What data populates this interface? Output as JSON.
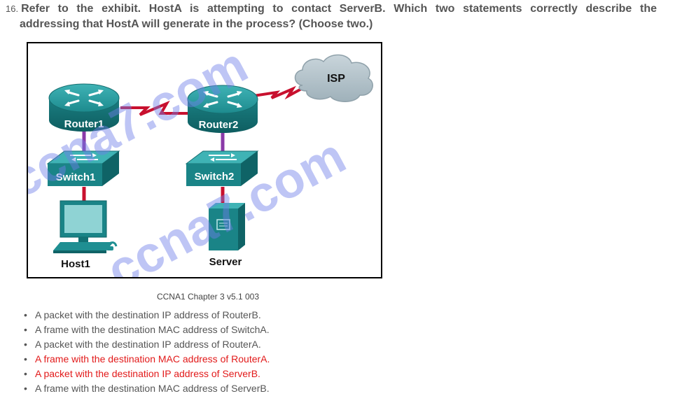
{
  "question": {
    "number": "16.",
    "line1": "Refer to the exhibit. HostA is attempting to contact ServerB. Which two statements correctly describe the",
    "line2": "addressing that HostA will generate in the process? (Choose two.)"
  },
  "exhibit": {
    "labels": {
      "router1": "Router1",
      "router2": "Router2",
      "switch1": "Switch1",
      "switch2": "Switch2",
      "host1": "Host1",
      "server": "Server",
      "isp": "ISP"
    },
    "watermark": [
      "ccna7.com",
      "ccna7.com"
    ],
    "caption": "CCNA1 Chapter 3 v5.1 003"
  },
  "options": [
    {
      "text": "A packet with the destination IP address of RouterB.",
      "correct": false
    },
    {
      "text": "A frame with the destination MAC address of SwitchA.",
      "correct": false
    },
    {
      "text": "A packet with the destination IP address of RouterA.",
      "correct": false
    },
    {
      "text": "A frame with the destination MAC address of RouterA.",
      "correct": true
    },
    {
      "text": "A packet with the destination IP address of ServerB.",
      "correct": true
    },
    {
      "text": "A frame with the destination MAC address of ServerB.",
      "correct": false
    }
  ],
  "colors": {
    "correct": "#e21a1a",
    "device_teal": "#1f8f92",
    "link_red": "#c8102e",
    "link_purple": "#8a3aa8",
    "watermark": "#6f7fe8"
  }
}
